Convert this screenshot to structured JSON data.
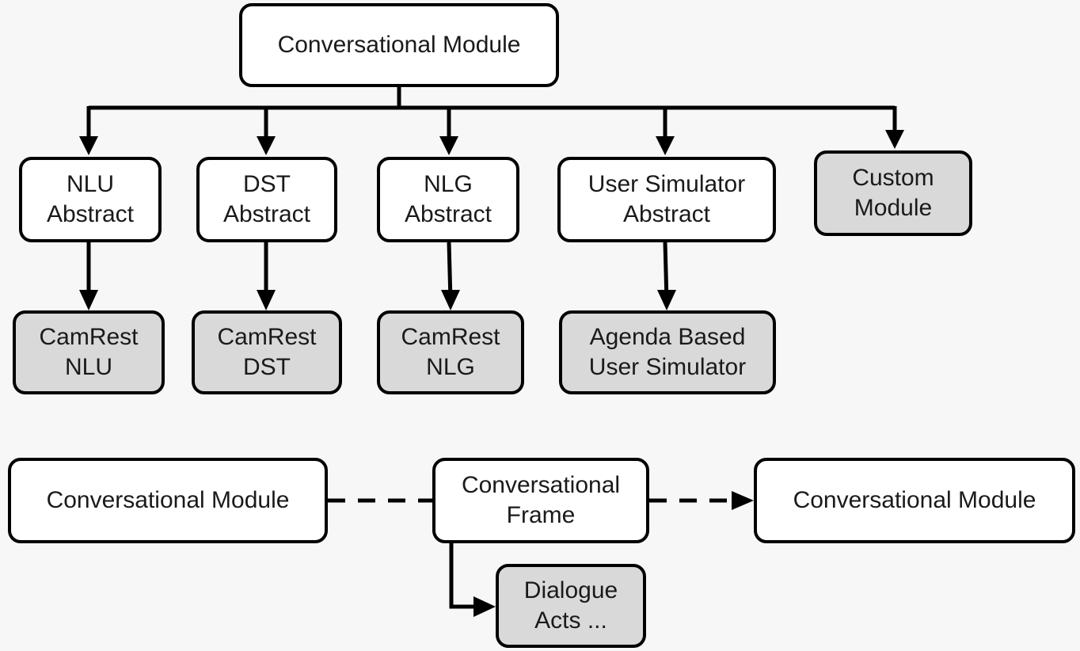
{
  "colors": {
    "background": "#f7f7f7",
    "abstract_fill": "#ffffff",
    "concrete_fill": "#d9d9d9",
    "stroke": "#000000"
  },
  "hierarchy": {
    "root": "Conversational Module",
    "abstract_nodes": {
      "nlu": "NLU\nAbstract",
      "dst": "DST\nAbstract",
      "nlg": "NLG\nAbstract",
      "user_sim": "User Simulator\nAbstract",
      "custom": "Custom\nModule"
    },
    "concrete_nodes": {
      "camrest_nlu": "CamRest\nNLU",
      "camrest_dst": "CamRest\nDST",
      "camrest_nlg": "CamRest\nNLG",
      "agenda_user_sim": "Agenda Based\nUser Simulator"
    }
  },
  "flow": {
    "source": "Conversational Module",
    "frame": "Conversational\nFrame",
    "target": "Conversational Module",
    "frame_content": "Dialogue\nActs ..."
  }
}
